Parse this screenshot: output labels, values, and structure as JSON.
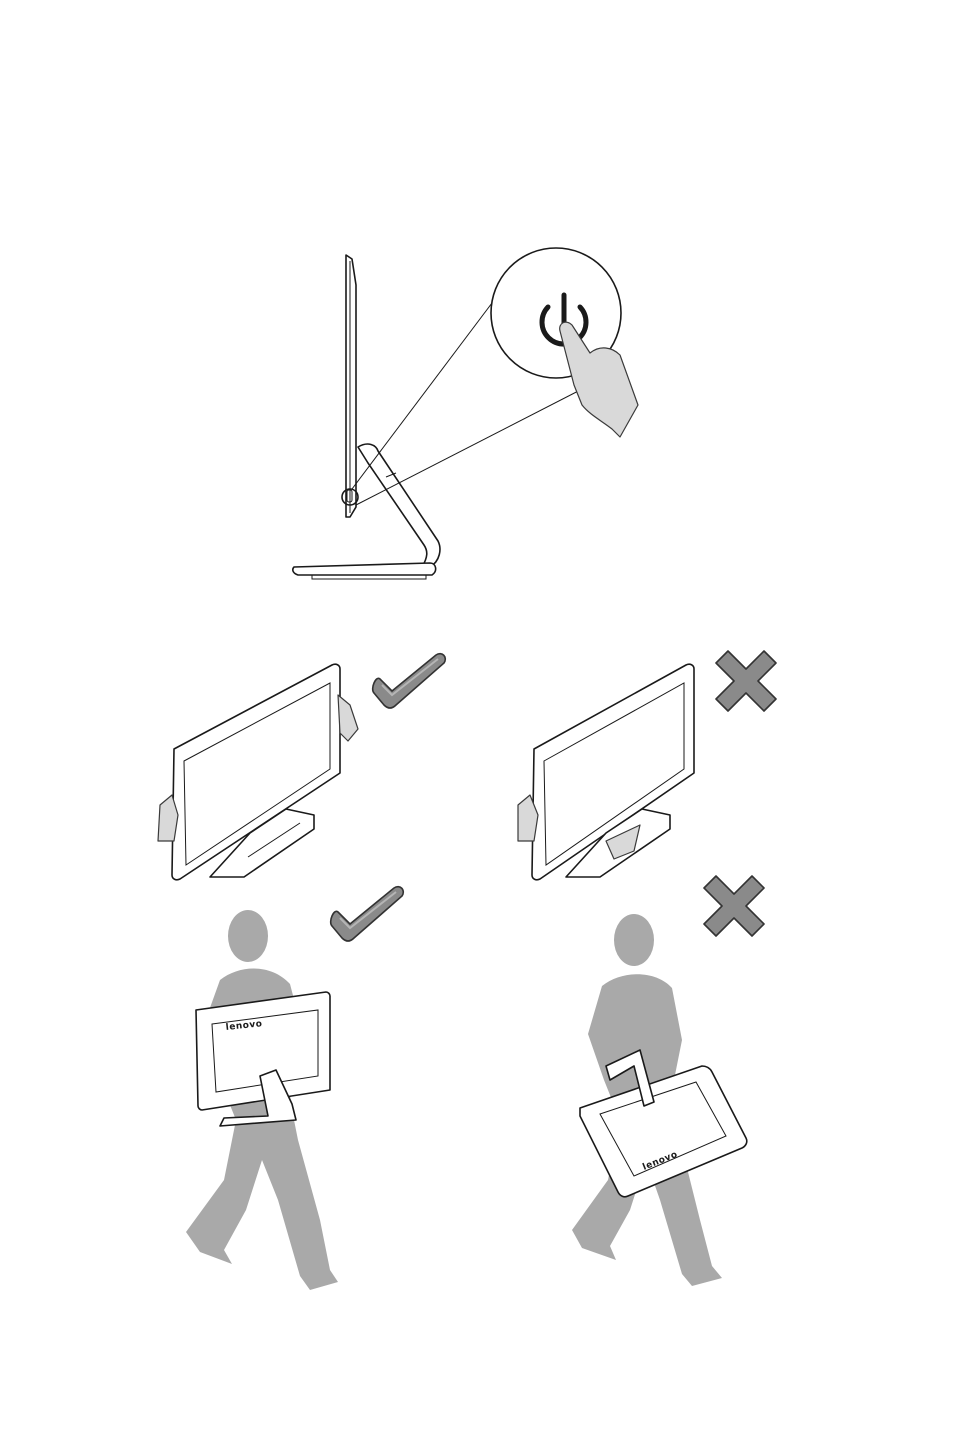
{
  "figures": {
    "power_button": {
      "icon": "power-icon"
    },
    "lift_by_frame": {
      "status": "correct",
      "icon": "check-icon",
      "color": "#8a8a8a"
    },
    "lift_by_stand": {
      "status": "incorrect",
      "icon": "cross-icon",
      "color": "#8a8a8a"
    },
    "carry_upright": {
      "status": "correct",
      "icon": "check-icon",
      "brand_text": "lenovo"
    },
    "carry_by_stand": {
      "status": "incorrect",
      "icon": "cross-icon",
      "brand_text": "lenovo"
    }
  }
}
